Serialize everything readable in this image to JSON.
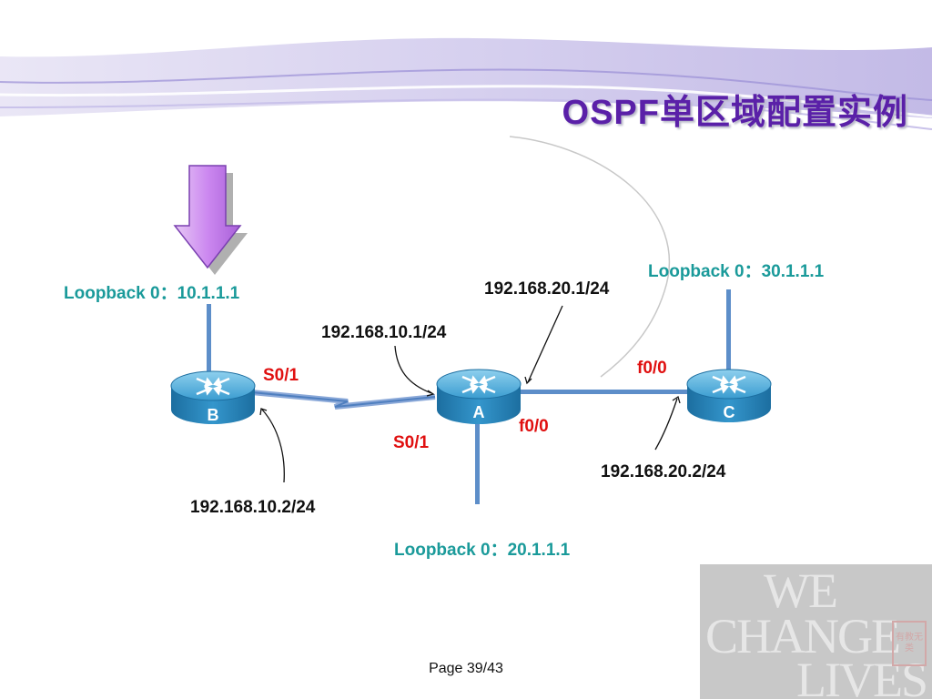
{
  "slide": {
    "title": "OSPF单区域配置实例",
    "page": "Page 39/43"
  },
  "routers": {
    "B": {
      "name": "B",
      "loopback": "Loopback 0：10.1.1.1"
    },
    "A": {
      "name": "A",
      "loopback": "Loopback 0：20.1.1.1"
    },
    "C": {
      "name": "C",
      "loopback": "Loopback 0：30.1.1.1"
    }
  },
  "interfaces": {
    "b_serial": "S0/1",
    "a_serial": "S0/1",
    "c_fast": "f0/0",
    "a_fast": "f0/0"
  },
  "addresses": {
    "a_serial_ip": "192.168.10.1/24",
    "b_serial_ip": "192.168.10.2/24",
    "a_fast_ip": "192.168.20.1/24",
    "c_fast_ip": "192.168.20.2/24"
  },
  "logo": {
    "line1": "WE",
    "line2": "CHANGE",
    "line3": "LIVES",
    "seal": "有教无类"
  },
  "colors": {
    "title": "#5a20a8",
    "loopback_label": "#1a9a9a",
    "interface_label": "#e01010",
    "router_body": "#2a8ab8",
    "link": "#5d8ec9"
  }
}
